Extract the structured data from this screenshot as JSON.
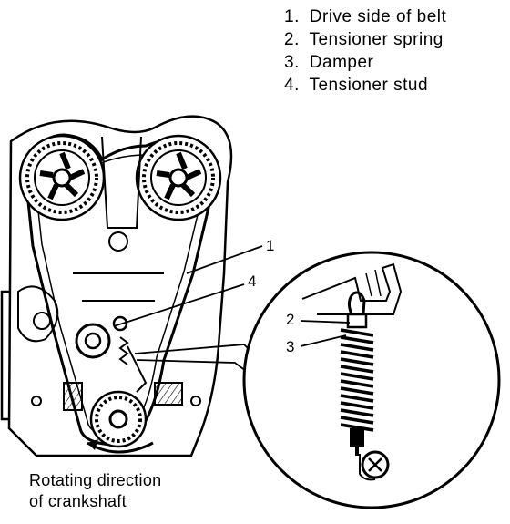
{
  "legend": [
    {
      "number": "1.",
      "label": "Drive side of belt"
    },
    {
      "number": "2.",
      "label": "Tensioner spring"
    },
    {
      "number": "3.",
      "label": "Damper"
    },
    {
      "number": "4.",
      "label": "Tensioner stud"
    }
  ],
  "callouts": {
    "c1": "1",
    "c2": "2",
    "c3": "3",
    "c4": "4"
  },
  "caption": {
    "line1": "Rotating direction",
    "line2": "of crankshaft"
  },
  "icons": [
    "camshaft-sprocket-icon",
    "crankshaft-sprocket-icon",
    "tensioner-pulley-icon",
    "spring-icon",
    "bolt-icon"
  ]
}
